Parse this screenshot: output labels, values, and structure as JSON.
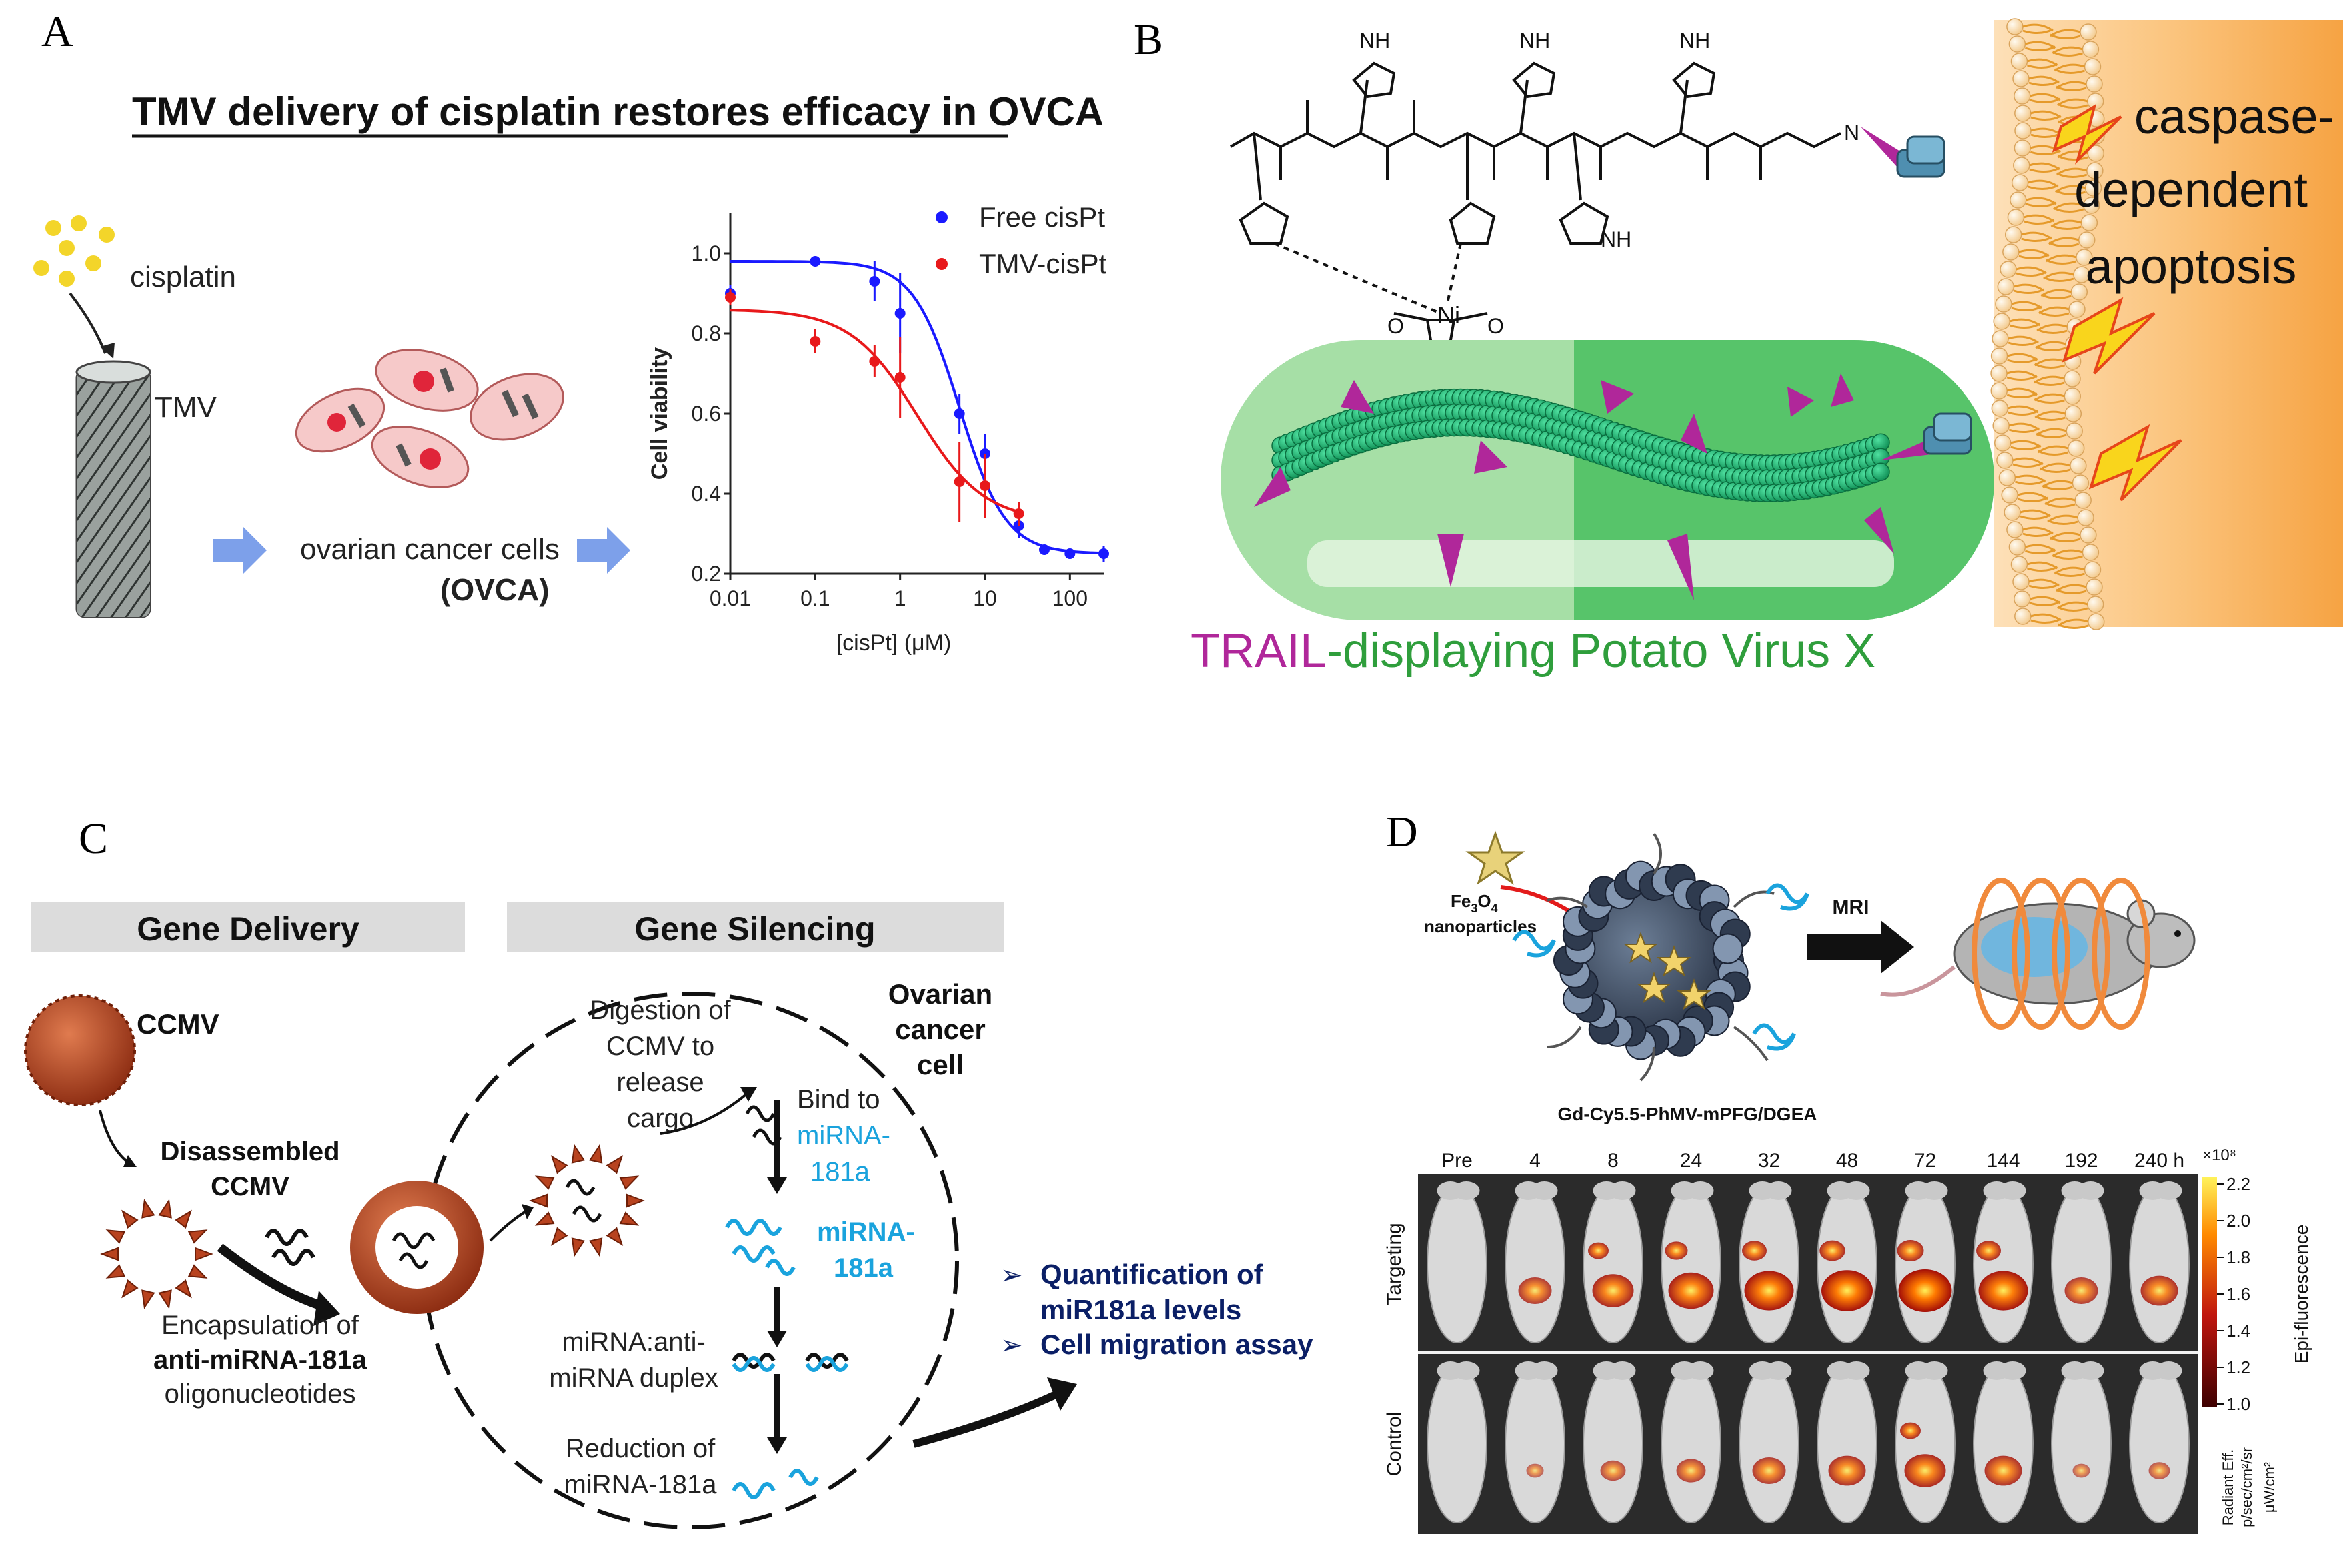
{
  "panel_letters": {
    "a": "A",
    "b": "B",
    "c": "C",
    "d": "D"
  },
  "panel_a": {
    "title": "TMV delivery of cisplatin restores efficacy in OVCA",
    "label_cisplatin": "cisplatin",
    "label_tmv": "TMV",
    "label_cells_line1": "ovarian cancer cells",
    "label_cells_line2": "(OVCA)",
    "colors": {
      "free": "#1a1aff",
      "tmv": "#e8191b"
    },
    "chart_data": {
      "type": "scatter",
      "xlabel": "[cisPt] (μM)",
      "ylabel": "Cell viability",
      "xscale": "log",
      "xlim": [
        0.01,
        250
      ],
      "ylim": [
        0.2,
        1.1
      ],
      "x_ticks": [
        "0.01",
        "0.1",
        "1",
        "10",
        "100"
      ],
      "y_ticks": [
        "0.2",
        "0.4",
        "0.6",
        "0.8",
        "1.0"
      ],
      "legend_position": "top-right",
      "series": [
        {
          "name": "Free cisPt",
          "color": "#1a1aff",
          "x": [
            0.01,
            0.1,
            0.5,
            1,
            5,
            10,
            25,
            50,
            100,
            250
          ],
          "y": [
            0.9,
            0.98,
            0.93,
            0.85,
            0.6,
            0.5,
            0.32,
            0.26,
            0.25,
            0.25
          ],
          "err": [
            0.02,
            0.01,
            0.05,
            0.1,
            0.05,
            0.05,
            0.03,
            0.01,
            0.01,
            0.02
          ]
        },
        {
          "name": "TMV-cisPt",
          "color": "#e8191b",
          "x": [
            0.01,
            0.1,
            0.5,
            1,
            5,
            10,
            25
          ],
          "y": [
            0.89,
            0.78,
            0.73,
            0.69,
            0.43,
            0.42,
            0.35
          ],
          "err": [
            0.02,
            0.03,
            0.04,
            0.1,
            0.1,
            0.08,
            0.03
          ]
        }
      ]
    }
  },
  "panel_b": {
    "caption_trail": "TRAIL",
    "caption_rest": "-displaying Potato Virus X",
    "apoptosis_line1": "caspase-",
    "apoptosis_line2": "dependent",
    "apoptosis_line3": "apoptosis",
    "atoms": {
      "nh": "NH",
      "n": "N",
      "h": "H",
      "o": "O",
      "ni": "Ni"
    }
  },
  "panel_c": {
    "header_left": "Gene Delivery",
    "header_right": "Gene Silencing",
    "ccmv": "CCMV",
    "disassembled_line1": "Disassembled",
    "disassembled_line2": "CCMV",
    "encap_line1": "Encapsulation of",
    "encap_line2": "anti-miRNA-181a",
    "encap_line3": "oligonucleotides",
    "ovarian_line1": "Ovarian",
    "ovarian_line2": "cancer",
    "ovarian_line3": "cell",
    "digestion_line1": "Digestion of",
    "digestion_line2": "CCMV to",
    "digestion_line3": "release",
    "digestion_line4": "cargo",
    "bind_line1": "Bind to",
    "bind_line2": "miRNA-",
    "bind_line3": "181a",
    "mirna_line1": "miRNA-",
    "mirna_line2": "181a",
    "duplex_line1": "miRNA:anti-",
    "duplex_line2": "miRNA duplex",
    "reduction_line1": "Reduction of",
    "reduction_line2": "miRNA-181a",
    "bullet_glyph": "➢",
    "bullet1_line1": "Quantification of",
    "bullet1_line2": "miR181a levels",
    "bullet2": "Cell migration assay",
    "colors": {
      "cyan": "#1aa3dd",
      "navy": "#0b1f66",
      "capsid": "#b8431f"
    }
  },
  "panel_d": {
    "fe3o4_base": "Fe",
    "fe3o4_sub1": "3",
    "fe3o4_o": "O",
    "fe3o4_sub2": "4",
    "nanoparticles": "nanoparticles",
    "mri": "MRI",
    "construct": "Gd-Cy5.5-PhMV-mPFG/DGEA",
    "row_targeting": "Targeting",
    "row_control": "Control",
    "timepoints": [
      "Pre",
      "4",
      "8",
      "24",
      "32",
      "48",
      "72",
      "144",
      "192",
      "240 h"
    ],
    "colorbar_exponent": "×10⁸",
    "colorbar_ticks": [
      "2.2",
      "2.0",
      "1.8",
      "1.6",
      "1.4",
      "1.2",
      "1.0"
    ],
    "colorbar_label": "Epi-fluorescence",
    "units_line1": "Radiant Eff.",
    "units_line2": "p/sec/cm²/sr",
    "units_line3": "μW/cm²",
    "targeting_intensity": [
      0,
      0.5,
      0.7,
      0.8,
      0.9,
      0.95,
      1.0,
      0.9,
      0.5,
      0.6
    ],
    "control_intensity": [
      0,
      0.1,
      0.3,
      0.4,
      0.5,
      0.6,
      0.7,
      0.6,
      0.1,
      0.2
    ]
  }
}
